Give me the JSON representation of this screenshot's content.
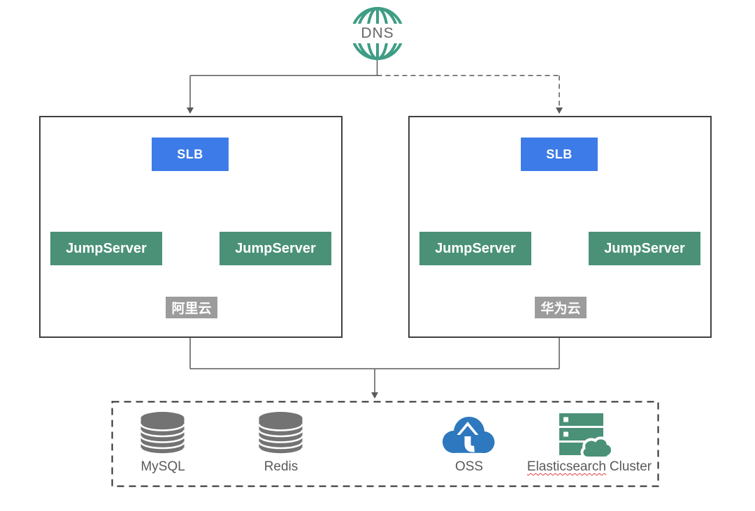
{
  "dns": {
    "label": "DNS"
  },
  "clouds": [
    {
      "id": "aliyun",
      "badge": "阿里云",
      "slb_label": "SLB",
      "jumpservers": [
        "JumpServer",
        "JumpServer"
      ],
      "link_from_dns": "solid"
    },
    {
      "id": "huaweicloud",
      "badge": "华为云",
      "slb_label": "SLB",
      "jumpservers": [
        "JumpServer",
        "JumpServer"
      ],
      "link_from_dns": "dashed"
    }
  ],
  "shared_services": {
    "items": [
      {
        "label": "MySQL",
        "icon": "database-icon"
      },
      {
        "label": "Redis",
        "icon": "database-icon"
      },
      {
        "label": "OSS",
        "icon": "upload-cloud-icon"
      },
      {
        "label": "Elasticsearch Cluster",
        "underlined_word": "Elasticsearch",
        "rest_word": "Cluster",
        "icon": "server-cloud-icon",
        "spellcheck_underline": true
      }
    ]
  },
  "connections": [
    {
      "from": "dns",
      "to": "aliyun-slb",
      "style": "solid-arrow"
    },
    {
      "from": "dns",
      "to": "huaweicloud-slb",
      "style": "dashed-arrow"
    },
    {
      "from": "aliyun-slb",
      "to": "aliyun-jumpserver-1",
      "style": "solid-arrow"
    },
    {
      "from": "aliyun-slb",
      "to": "aliyun-jumpserver-2",
      "style": "solid-arrow"
    },
    {
      "from": "huaweicloud-slb",
      "to": "huaweicloud-jumpserver-1",
      "style": "solid-arrow"
    },
    {
      "from": "huaweicloud-slb",
      "to": "huaweicloud-jumpserver-2",
      "style": "solid-arrow"
    },
    {
      "from": "aliyun",
      "to": "shared-services",
      "style": "solid"
    },
    {
      "from": "huaweicloud",
      "to": "shared-services",
      "style": "solid-arrow"
    }
  ],
  "colors": {
    "slb_blue": "#3D7BE8",
    "jumpserver_green": "#4A9178",
    "badge_gray": "#9C9C9C",
    "dns_teal": "#3E9D84",
    "database_gray": "#737373",
    "oss_blue": "#2D78BE",
    "elasticsearch_green": "#4A9178",
    "connector_gray": "#595959",
    "spellcheck_red": "#e04040"
  }
}
